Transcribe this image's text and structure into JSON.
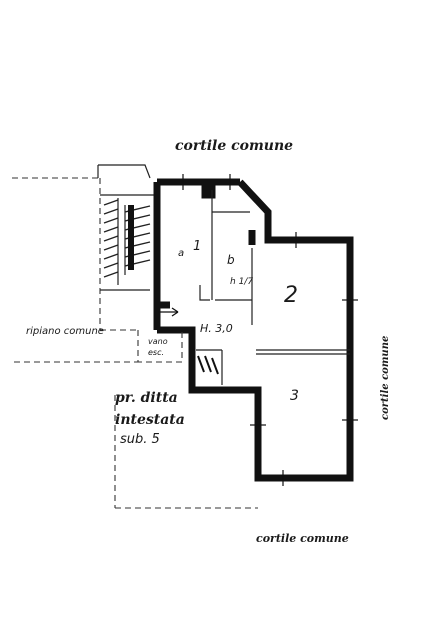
{
  "labels": {
    "top_courtyard": "cortile comune",
    "landing": "ripiano comune",
    "stair_void_line1": "vano",
    "stair_void_line2": "esc.",
    "owner_line1": "pr. ditta",
    "owner_line2": "intestata",
    "owner_line3": "sub. 5",
    "room_a": "a",
    "room_1": "1",
    "room_b": "b",
    "room_b_height": "h 1/7",
    "room_2": "2",
    "room_3": "3",
    "height": "H. 3,0",
    "right_side": "cortile comune",
    "bottom_courtyard": "cortile comune"
  }
}
